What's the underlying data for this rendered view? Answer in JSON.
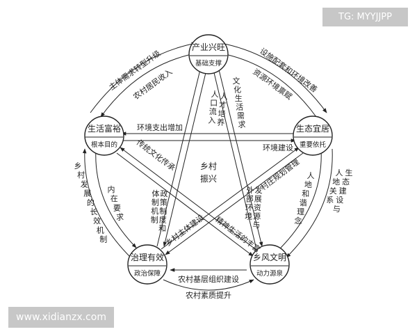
{
  "watermarks": {
    "top": "TG: MYYJJPP",
    "bottom": "www.xidianzx.com"
  },
  "center": {
    "line1": "乡村",
    "line2": "振兴"
  },
  "nodes": {
    "top": {
      "title": "产业兴旺",
      "subtitle": "基础支撑"
    },
    "left": {
      "title": "生活富裕",
      "subtitle": "根本目的"
    },
    "right": {
      "title": "生态宜居",
      "subtitle": "重要依托"
    },
    "bleft": {
      "title": "治理有效",
      "subtitle": "政治保障"
    },
    "bright": {
      "title": "乡风文明",
      "subtitle": "动力源泉"
    }
  },
  "edges": {
    "top_left_outer": "主体需求转型升级",
    "top_left_inner": "农村居民收入",
    "top_right_outer": "设施配套和环境改善",
    "top_right_inner": "资源环境禀赋",
    "left_right_upper": "环境支出增加",
    "left_right_lower": "环境建设",
    "left_bleft_outer": "乡村发展的长效机制",
    "left_bleft_inner": "内在要求",
    "right_bright_outer": "生态建设与人地关系",
    "right_bright_inner": "人地和谐理念",
    "bottom_upper": "农村基层组织建设",
    "bottom_lower": "农村素质提升",
    "top_bleft": "人才培养人口流入",
    "top_bright": "文化生活需求",
    "left_bright": "传统文化传承",
    "right_bleft_a": "村庄规划管理",
    "right_bleft_b": "乡村主体建设",
    "bleft_left": "政策制度和体制机制",
    "bright_top": "发展资源与外部环境",
    "bright_left": "精神生活的丰富"
  }
}
